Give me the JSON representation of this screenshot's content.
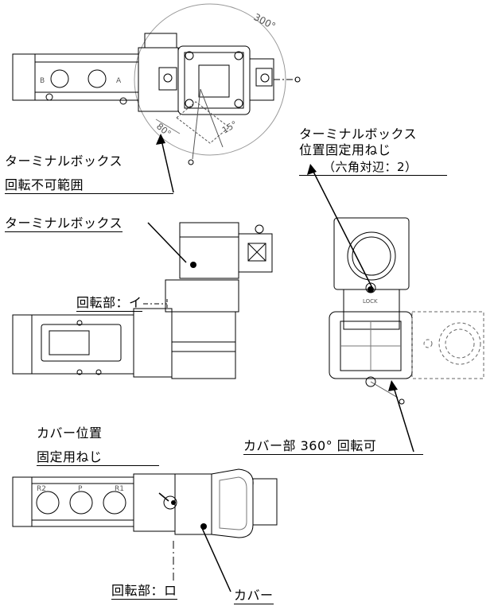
{
  "labels": {
    "tb_no_rotation_1": "ターミナルボックス",
    "tb_no_rotation_2": "回転不可範囲",
    "tb_lock_screw_1": "ターミナルボックス",
    "tb_lock_screw_2": "位置固定用ねじ",
    "tb_lock_screw_3": "（六角対辺：2）",
    "terminal_box": "ターミナルボックス",
    "rotating_part_i": "回転部：イ",
    "cover_rotation": "カバー部 360°  回転可",
    "cover_screw_1": "カバー位置",
    "cover_screw_2": "固定用ねじ",
    "rotating_part_ro": "回転部：ロ",
    "cover": "カバー"
  },
  "drawing_text": {
    "angle_300": "300°",
    "angle_80": "80°",
    "angle_15": "15°",
    "port_b": "B",
    "port_a": "A",
    "port_r2": "R2",
    "port_p": "P",
    "port_r1": "R1",
    "lock": "LOCK"
  }
}
